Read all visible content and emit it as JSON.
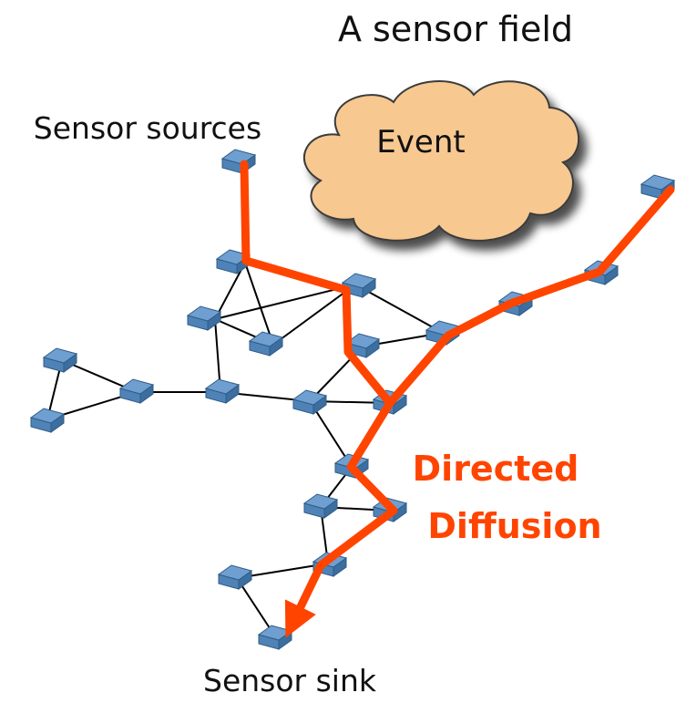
{
  "labels": {
    "title": "A sensor field",
    "sources": "Sensor sources",
    "event": "Event",
    "sink": "Sensor sink",
    "diffusion_line1": "Directed",
    "diffusion_line2": "Diffusion"
  },
  "colors": {
    "node_top": "#6f9fd1",
    "node_side": "#3c6e9f",
    "node_front": "#4f83b8",
    "link": "#000000",
    "path": "#ff4400",
    "cloud": "#f7c890",
    "cloud_stroke": "#3a3a3a"
  }
}
